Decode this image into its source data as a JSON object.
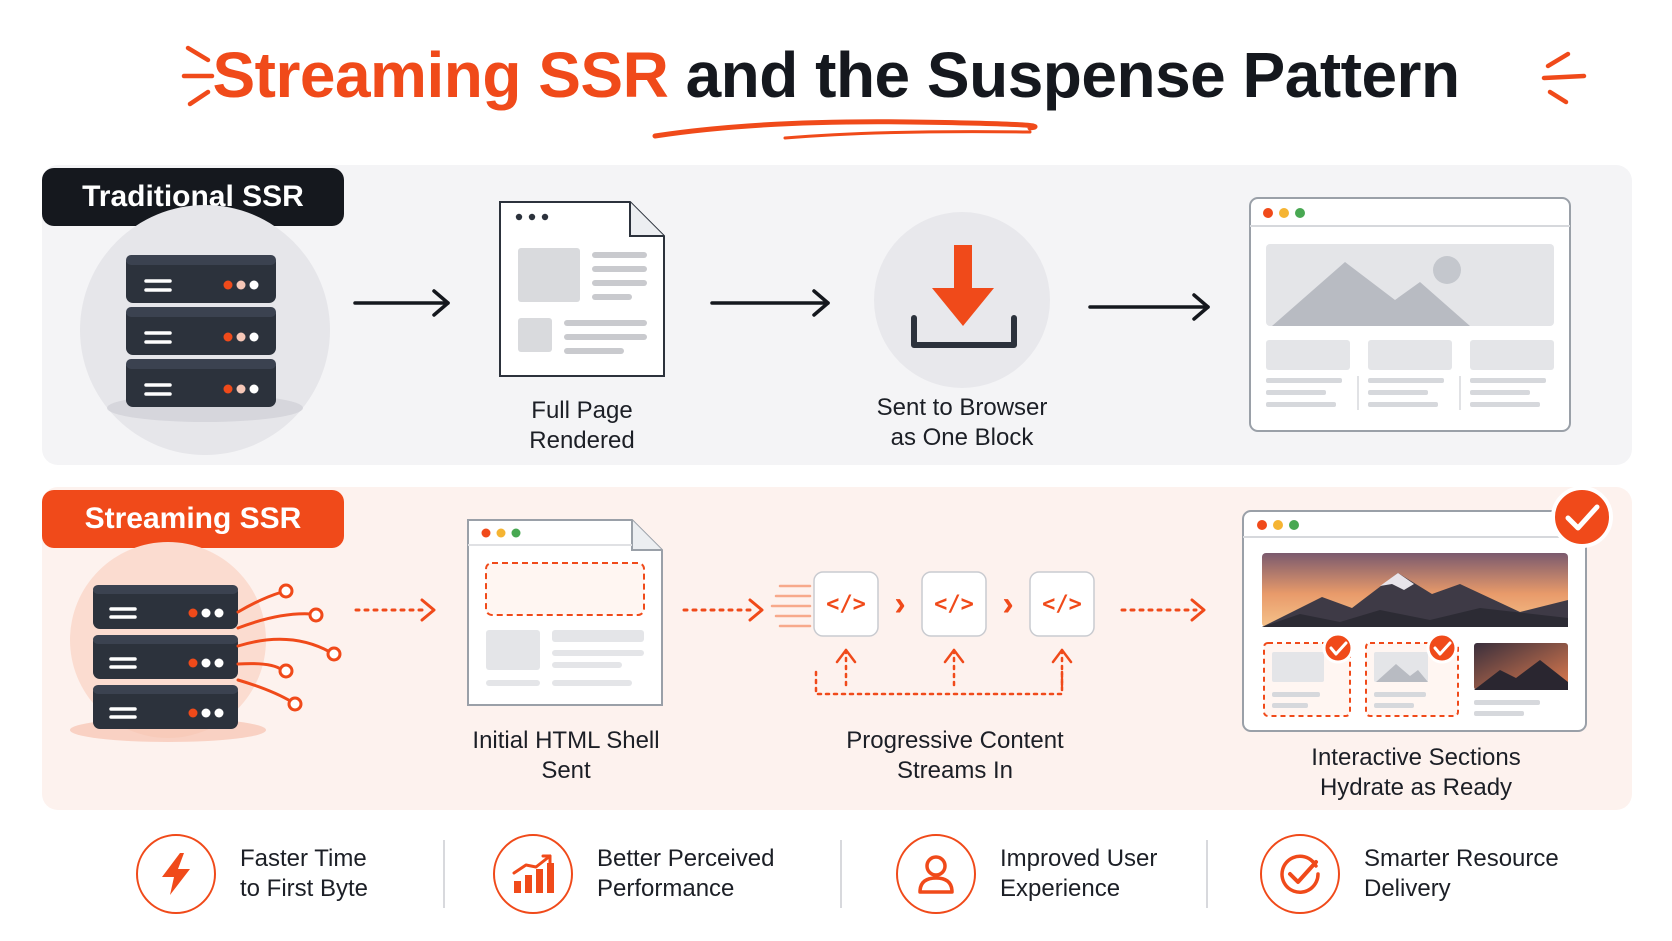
{
  "title": {
    "accent": "Streaming SSR",
    "rest": "and the Suspense Pattern"
  },
  "colors": {
    "accent": "#f04a1a",
    "dark": "#15181e",
    "panel_traditional": "#f4f4f6",
    "panel_streaming": "#fdf2ee"
  },
  "traditional": {
    "badge": "Traditional SSR",
    "step_rendered": {
      "line1": "Full Page",
      "line2": "Rendered"
    },
    "step_sent": {
      "line1": "Sent to Browser",
      "line2": "as One Block"
    }
  },
  "streaming": {
    "badge": "Streaming SSR",
    "step_shell": {
      "line1": "Initial HTML Shell",
      "line2": "Sent"
    },
    "step_progressive": {
      "line1": "Progressive Content",
      "line2": "Streams In"
    },
    "step_hydrate": {
      "line1": "Interactive Sections",
      "line2": "Hydrate as Ready"
    },
    "code_chunk_glyph": "</>",
    "chunk_separator": "›"
  },
  "benefits": [
    {
      "icon": "lightning-icon",
      "line1": "Faster Time",
      "line2": "to First Byte"
    },
    {
      "icon": "bar-chart-icon",
      "line1": "Better Perceived",
      "line2": "Performance"
    },
    {
      "icon": "user-icon",
      "line1": "Improved User",
      "line2": "Experience"
    },
    {
      "icon": "check-circle-icon",
      "line1": "Smarter Resource",
      "line2": "Delivery"
    }
  ]
}
